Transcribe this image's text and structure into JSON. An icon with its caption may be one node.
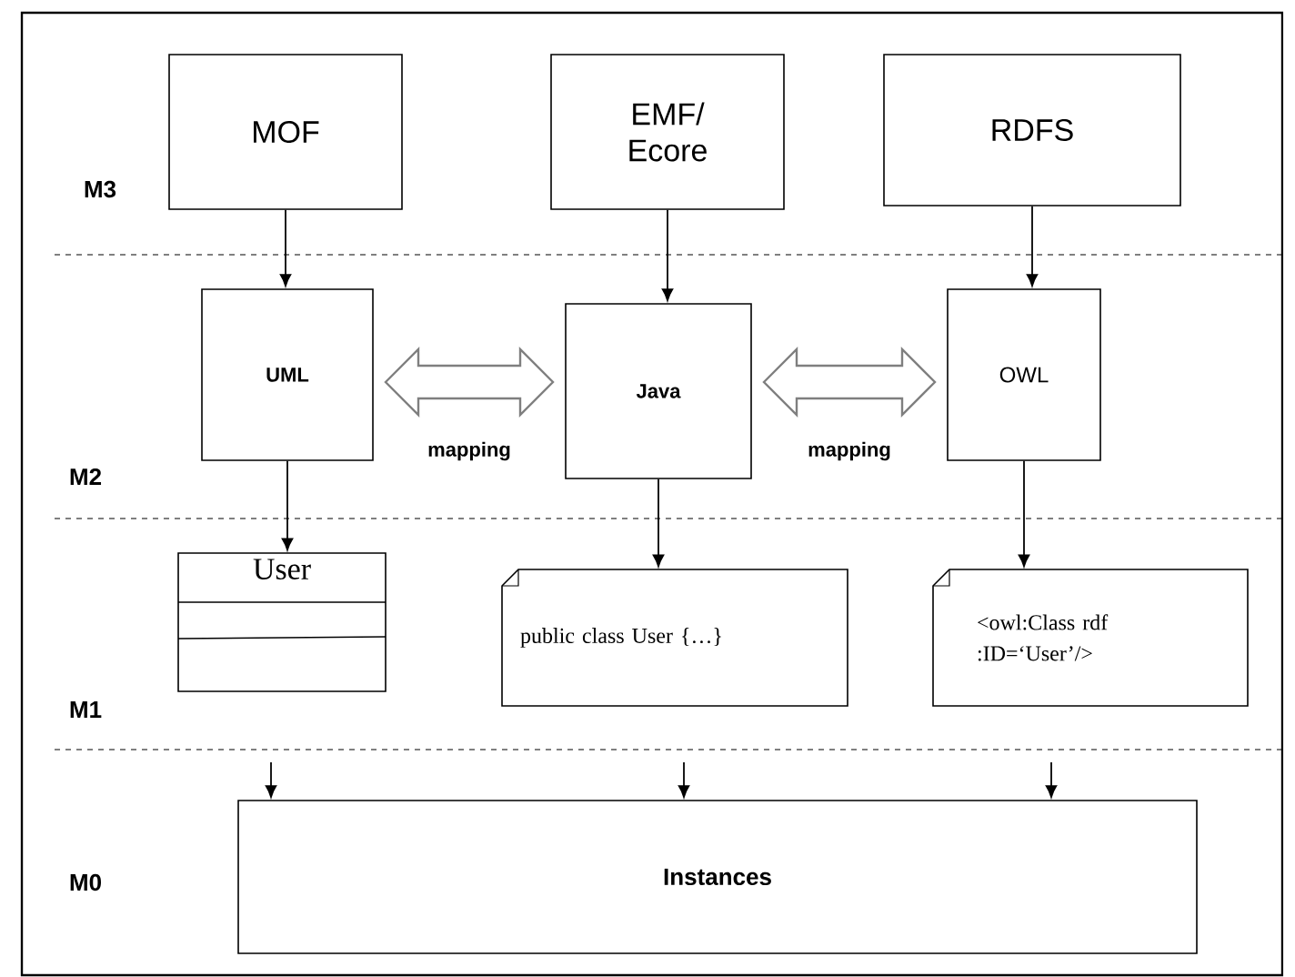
{
  "diagram": {
    "nodes": [
      {
        "text": [
          "MOF"
        ]
      },
      {
        "text": [
          "EMF/ Ecore"
        ]
      },
      {
        "text": [
          "RDFS"
        ]
      },
      {
        "text": [
          "UML"
        ]
      },
      {
        "text": [
          "Java"
        ]
      },
      {
        "text": [
          "OWL"
        ]
      },
      {
        "text": [
          "User"
        ]
      },
      {
        "text": [
          "public class User {…}"
        ]
      },
      {
        "text": [
          "<owl:Class rdf :ID=‘User’/>"
        ]
      },
      {
        "text": [
          "Instances"
        ]
      }
    ],
    "edges": [
      {
        "from": 0,
        "to": 3,
        "arrow": "to"
      },
      {
        "from": 1,
        "to": 4,
        "arrow": "to"
      },
      {
        "from": 2,
        "to": 5,
        "arrow": "to"
      },
      {
        "from": 3,
        "to": 4,
        "arrow": "both",
        "label": "mapping",
        "style": "thick",
        "color": "#7f7f7f"
      },
      {
        "from": 4,
        "to": 5,
        "arrow": "both",
        "label": "mapping",
        "style": "thick",
        "color": "#7f7f7f"
      },
      {
        "from": 3,
        "to": 6,
        "arrow": "to"
      },
      {
        "from": 4,
        "to": 7,
        "arrow": "to"
      },
      {
        "from": 5,
        "to": 8,
        "arrow": "to"
      },
      {
        "from": null,
        "to": 9,
        "arrow": "to"
      },
      {
        "from": null,
        "to": 9,
        "arrow": "to"
      },
      {
        "from": null,
        "to": 9,
        "arrow": "to"
      }
    ],
    "labels": [
      "M3",
      "M2",
      "M1",
      "M0"
    ]
  }
}
